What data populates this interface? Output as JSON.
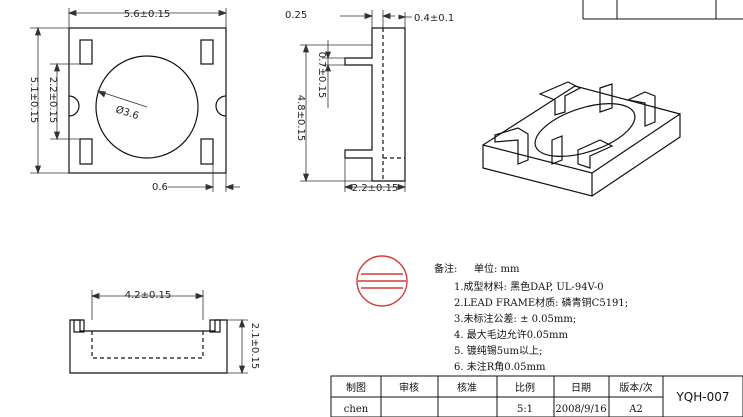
{
  "dimensions": {
    "top_width": "5.6±0.15",
    "left_height": "5.1±0.15",
    "inner_height": "2.2±0.15",
    "diameter": "Ø3.6",
    "bottom_offset": "0.6",
    "side_top": "0.25",
    "side_right": "0.4±0.1",
    "side_lead": "0.7±0.15",
    "side_height": "4.8±0.15",
    "side_bottom": "2.2±0.15",
    "front_width": "4.2±0.15",
    "front_height": "2.1±0.15"
  },
  "notes": {
    "title": "备注:",
    "unit": "单位: mm",
    "items": [
      "1.成型材料: 黑色DAP, UL-94V-0",
      "2.LEAD FRAME材质: 磷青铜C5191;",
      "3.未标注公差: ± 0.05mm;",
      "4. 最大毛边允许0.05mm",
      "5. 镀纯锡5um以上;",
      "6. 未注R角0.05mm"
    ]
  },
  "title_block": {
    "headers": [
      "制图",
      "审核",
      "核准",
      "比例",
      "日期",
      "版本/次"
    ],
    "values": [
      "chen",
      "",
      "",
      "5:1",
      "2008/9/16",
      "A2"
    ],
    "drawing_number": "YQH-007"
  }
}
